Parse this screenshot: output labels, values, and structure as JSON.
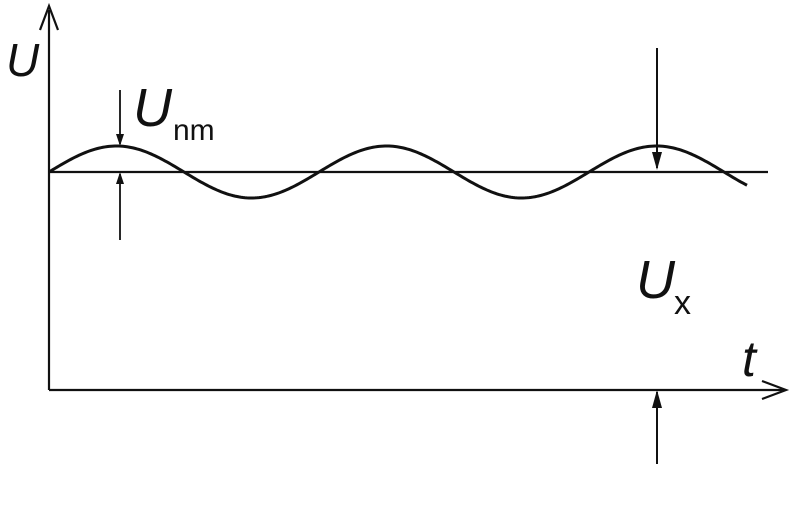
{
  "labels": {
    "y_axis": "U",
    "x_axis": "t",
    "noise_amplitude_main": "U",
    "noise_amplitude_sub": "nm",
    "measured_main": "U",
    "measured_sub": "x"
  },
  "colors": {
    "stroke": "#111111",
    "background": "#ffffff"
  }
}
